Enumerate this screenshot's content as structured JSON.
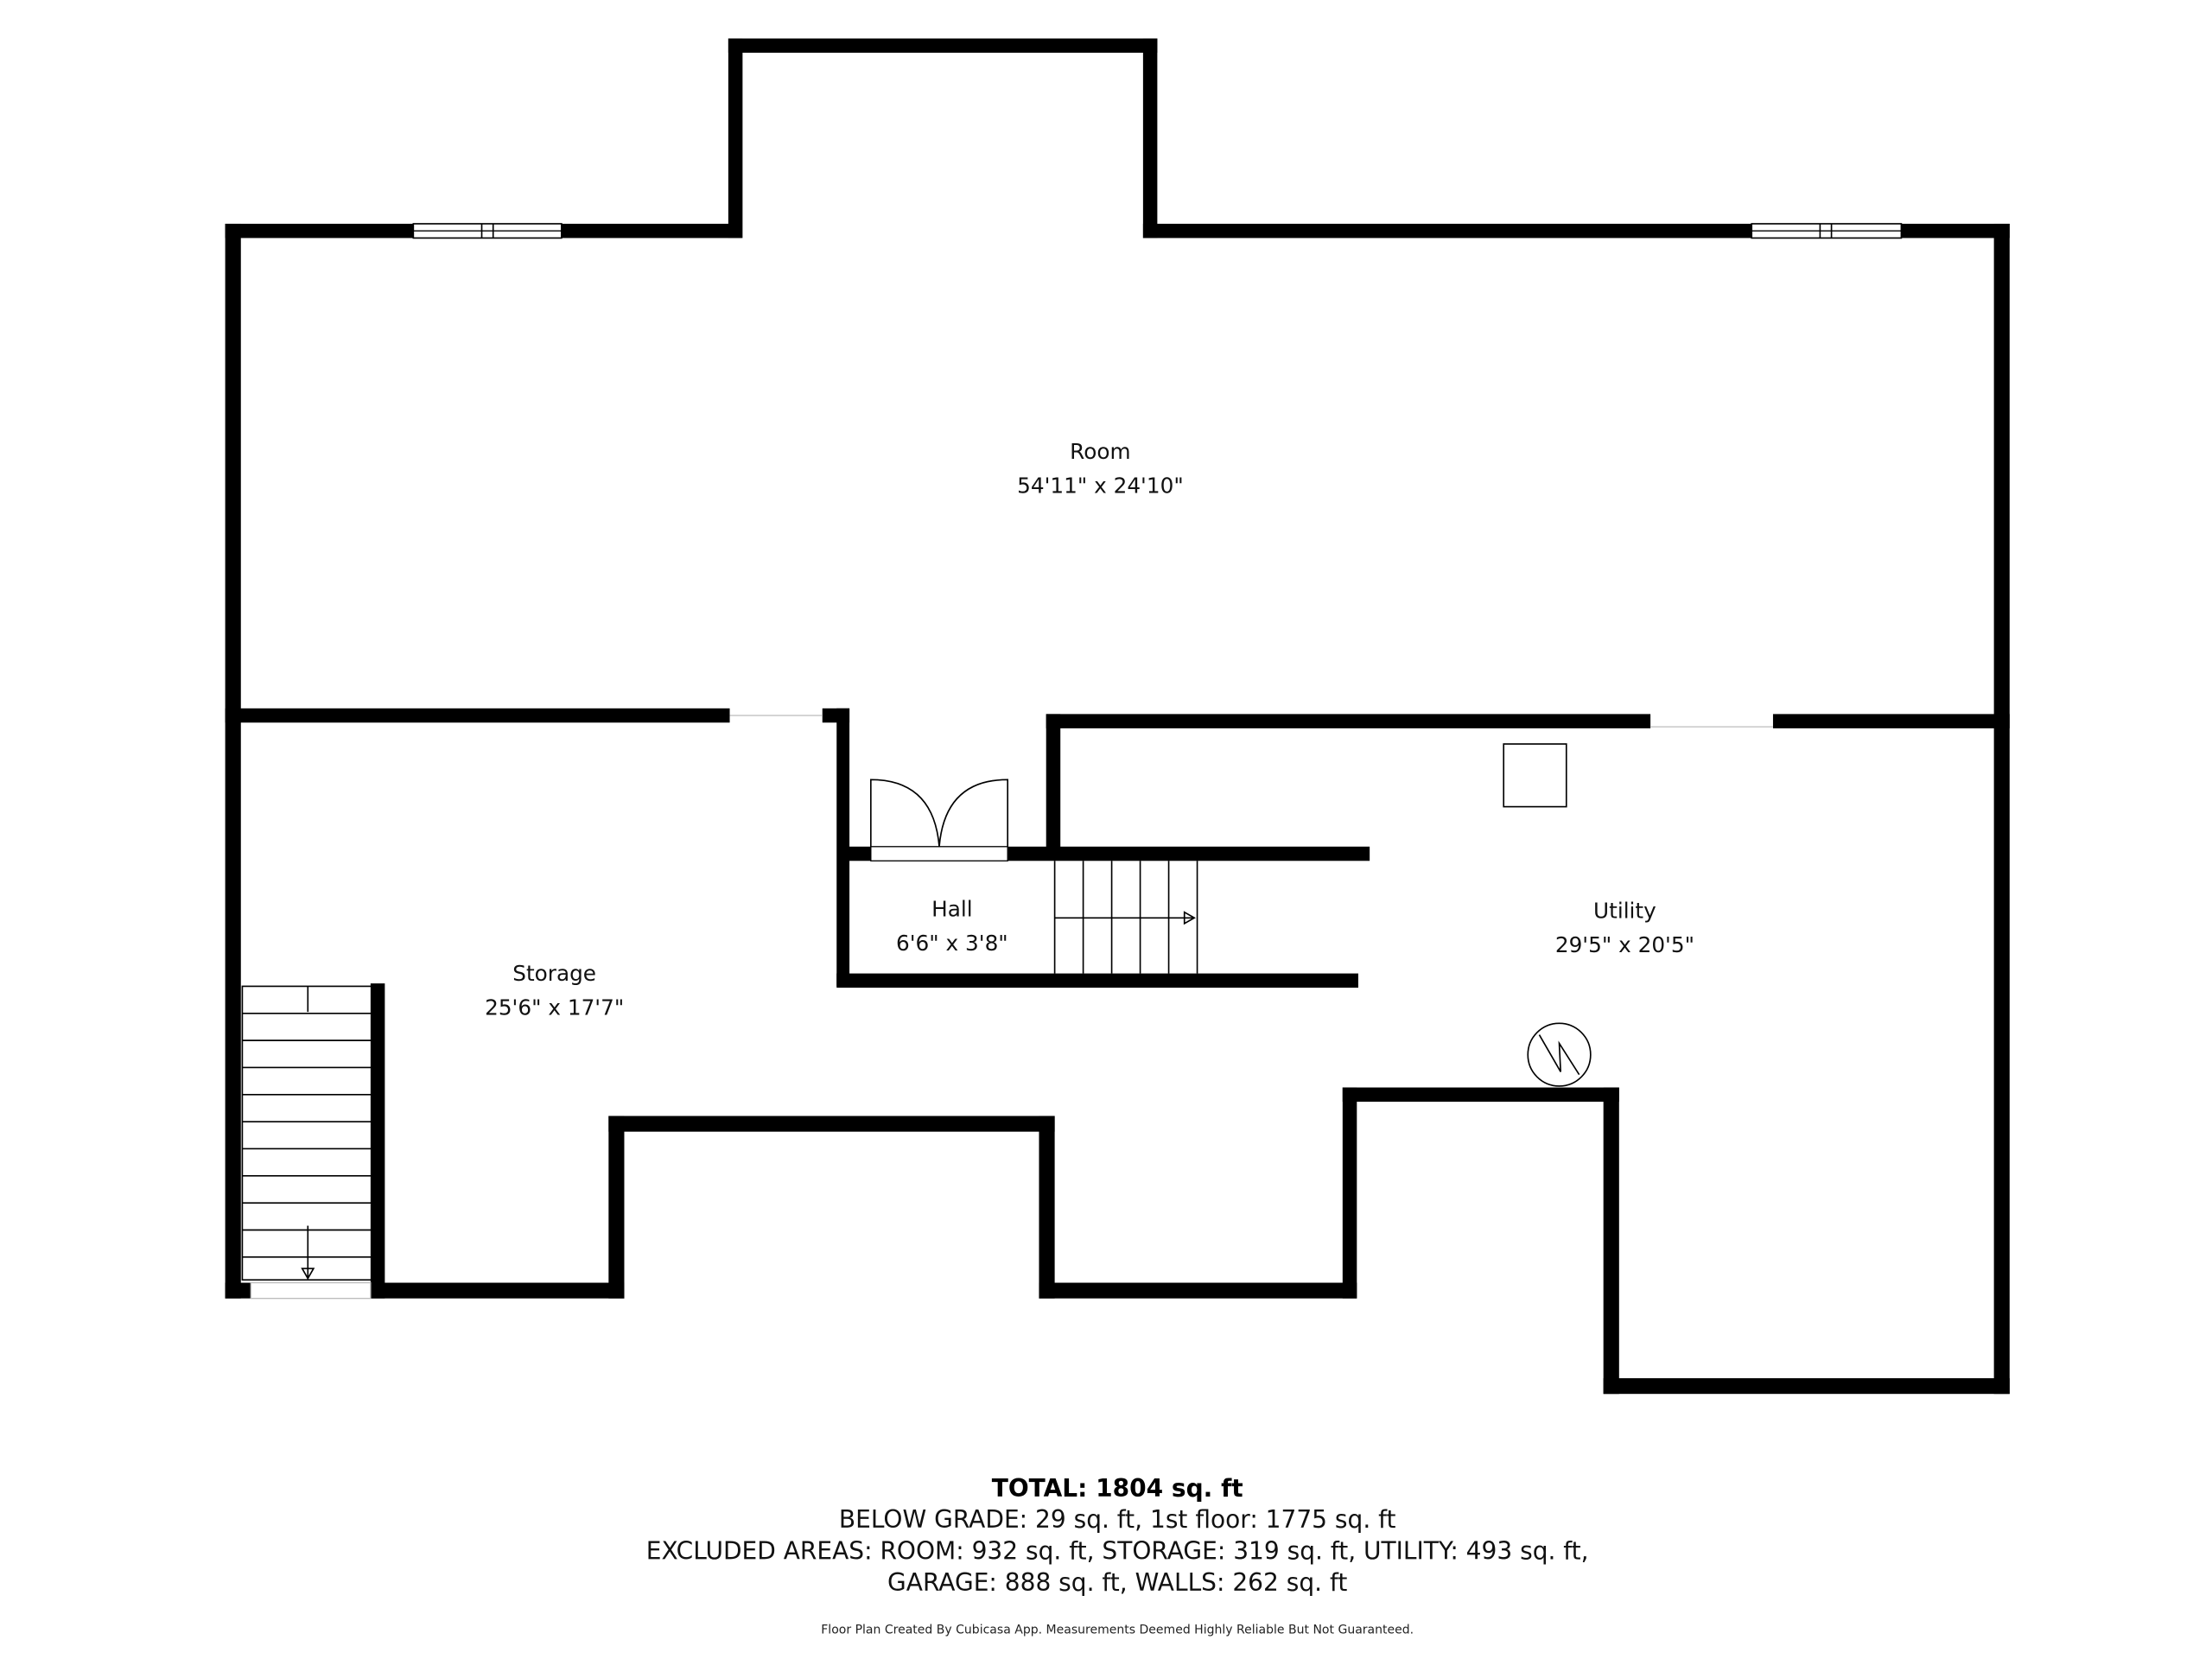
{
  "rooms": [
    {
      "name": "Room",
      "dims": "54'11\" x 24'10\""
    },
    {
      "name": "Storage",
      "dims": "25'6\" x 17'7\""
    },
    {
      "name": "Hall",
      "dims": "6'6\" x 3'8\""
    },
    {
      "name": "Utility",
      "dims": "29'5\" x 20'5\""
    }
  ],
  "summary": {
    "total": "TOTAL: 1804 sq. ft",
    "line1": "BELOW GRADE: 29 sq. ft, 1st floor: 1775 sq. ft",
    "line2": "EXCLUDED AREAS: ROOM: 932 sq. ft, STORAGE: 319 sq. ft, UTILITY: 493 sq. ft,",
    "line3": "GARAGE: 888 sq. ft, WALLS: 262 sq. ft"
  },
  "disclaimer": "Floor Plan Created By Cubicasa App. Measurements Deemed Highly Reliable But Not Guaranteed."
}
